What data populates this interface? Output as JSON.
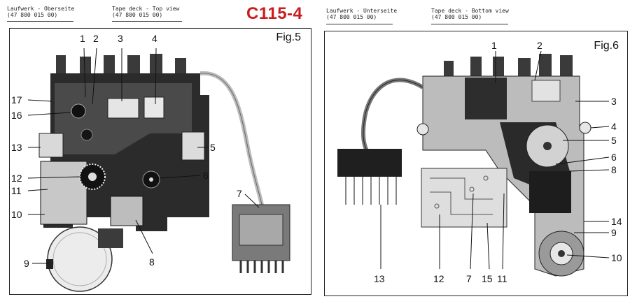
{
  "header_left": {
    "de_title": "Laufwerk - Oberseite",
    "de_number": "(47 800 015 00)",
    "en_title": "Tape deck - Top view",
    "en_number": "(47 800 015 00)"
  },
  "model_code": "C115-4",
  "header_right": {
    "de_title": "Laufwerk - Unterseite",
    "de_number": "(47 800 015 00)",
    "en_title": "Tape deck - Bottom view",
    "en_number": "(47 800 015 00)"
  },
  "figure_5": {
    "label": "Fig.5",
    "callouts": [
      "1",
      "2",
      "3",
      "4",
      "17",
      "16",
      "13",
      "5",
      "12",
      "6",
      "11",
      "7",
      "10",
      "8",
      "9"
    ]
  },
  "figure_6": {
    "label": "Fig.6",
    "callouts": [
      "1",
      "2",
      "3",
      "4",
      "5",
      "6",
      "8",
      "14",
      "9",
      "10",
      "13",
      "12",
      "7",
      "15",
      "11"
    ]
  }
}
